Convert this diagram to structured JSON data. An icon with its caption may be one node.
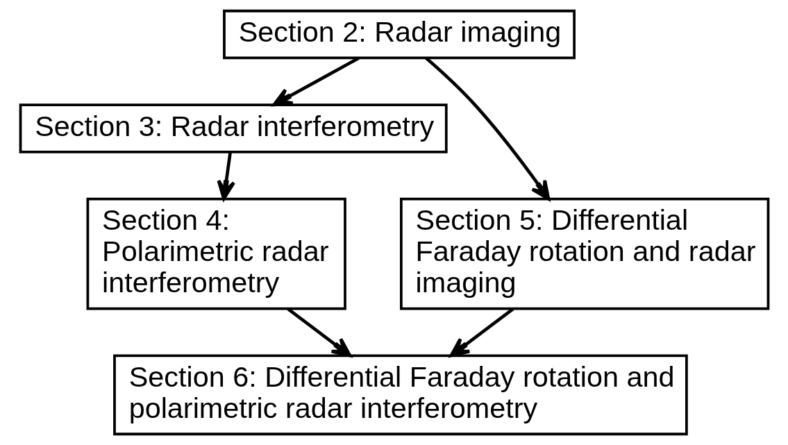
{
  "diagram": {
    "nodes": [
      {
        "text": [
          "Section 2: Radar imaging"
        ]
      },
      {
        "text": [
          "Section 3: Radar interferometry"
        ]
      },
      {
        "text": [
          "Section 5: Differential Faraday rotation and radar imaging"
        ]
      },
      {
        "text": [
          "Section 4: Polarimetric radar interferometry"
        ]
      },
      {
        "text": [
          "Section 6: Differential Faraday rotation and polarimetric radar interferometry"
        ]
      }
    ],
    "edges": [
      {
        "from": 0,
        "to": 2,
        "arrow": "to"
      },
      {
        "from": 0,
        "to": 1,
        "arrow": "to"
      },
      {
        "from": 1,
        "to": 3,
        "arrow": "to"
      },
      {
        "from": 2,
        "to": 4,
        "arrow": "to"
      },
      {
        "from": 3,
        "to": 4,
        "arrow": "to"
      }
    ]
  }
}
